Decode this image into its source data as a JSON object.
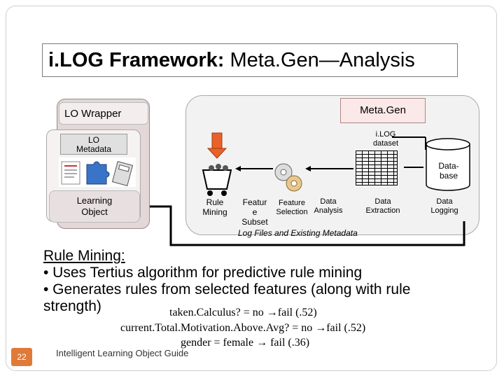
{
  "slide": {
    "title_bold": "i.LOG Framework:",
    "title_rest": " Meta.Gen—Analysis",
    "slide_number": "22",
    "footer": "Intelligent Learning Object Guide"
  },
  "diagram": {
    "lo_wrapper": "LO Wrapper",
    "lo_metadata": [
      "LO",
      "Metadata"
    ],
    "learning_object": [
      "Learning",
      "Object"
    ],
    "meta_gen": "Meta.Gen",
    "ilog_dataset": [
      "i.LOG",
      "dataset"
    ],
    "database": [
      "Data-",
      "base"
    ],
    "rule_mining": [
      "Rule",
      "Mining"
    ],
    "feature_subset": [
      "Featur",
      "e",
      "Subset"
    ],
    "feature_selection": [
      "Feature",
      "Selection"
    ],
    "data_analysis": [
      "Data",
      "Analysis"
    ],
    "data_extraction": [
      "Data",
      "Extraction"
    ],
    "data_logging": [
      "Data",
      "Logging"
    ],
    "log_files": "Log Files and Existing Metadata"
  },
  "content": {
    "heading": "Rule Mining:",
    "bullets": [
      "• Uses Tertius algorithm for predictive rule mining",
      "• Generates rules from selected features (along with rule",
      "strength)"
    ],
    "rules": [
      {
        "antecedent": "taken.Calculus? = no ",
        "arrow": "→",
        "consequent": "fail  (.52)"
      },
      {
        "antecedent": "current.Total.Motivation.Above.Avg? = no ",
        "arrow": "→",
        "consequent": "fail  (.52)"
      },
      {
        "antecedent": "gender = female ",
        "arrow": "→",
        "consequent": " fail  (.36)"
      }
    ]
  },
  "colors": {
    "slide_number_bg": "#e07a38",
    "arrow_orange": "#e8622a",
    "lo_panel": "#e3d7d7",
    "metagen_box": "#fbe8e8"
  }
}
